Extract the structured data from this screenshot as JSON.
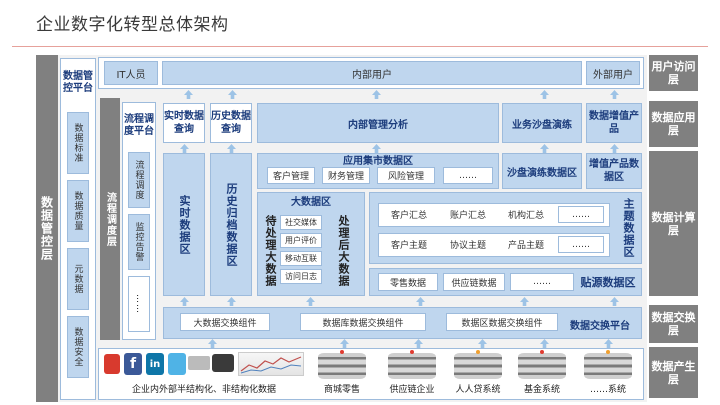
{
  "title": "企业数字化转型总体架构",
  "left_band": "数据管控层",
  "mgmt_platform": "数据管控平台",
  "mgmt_items": [
    "数据标准",
    "数据质量",
    "元数据",
    "数据安全"
  ],
  "process_band": "流程调度层",
  "process_platform": "流程调度平台",
  "process_items": [
    "流程调度",
    "监控告警",
    "……"
  ],
  "access": {
    "it": "IT人员",
    "internal": "内部用户",
    "external": "外部用户"
  },
  "app": {
    "realtime_q": "实时数据查询",
    "history_q": "历史数据查询",
    "internal_mgmt": "内部管理分析",
    "sandbox": "业务沙盘演练",
    "value_add": "数据增值产品"
  },
  "compute": {
    "realtime_zone": "实时数据区",
    "history_zone": "历史归档数据区",
    "app_mart": "应用集市数据区",
    "mart_items": [
      "客户管理",
      "财务管理",
      "风险管理",
      "……"
    ],
    "sandbox_zone": "沙盘演练数据区",
    "value_zone": "增值产品数据区",
    "bigdata_zone": "大数据区",
    "pending": "待处理大数据",
    "bigdata_items": [
      "社交媒体",
      "用户评价",
      "移动互联",
      "访问日志"
    ],
    "processed": "处理后大数据",
    "summary_items": [
      "客户汇总",
      "账户汇总",
      "机构汇总",
      "……"
    ],
    "topic_items": [
      "客户主题",
      "协议主题",
      "产品主题",
      "……"
    ],
    "topic_zone": "主题数据区",
    "paste_items": [
      "零售数据",
      "供应链数据",
      "……"
    ],
    "paste_zone": "贴源数据区"
  },
  "exchange": {
    "items": [
      "大数据交换组件",
      "数据库数据交换组件",
      "数据区数据交换组件"
    ],
    "platform": "数据交换平台"
  },
  "sources": {
    "unstructured": "企业内外部半结构化、非结构化数据",
    "systems": [
      "商城零售",
      "供应链企业",
      "人人贷系统",
      "基金系统",
      "……系统"
    ]
  },
  "layers": [
    "用户访问层",
    "数据应用层",
    "数据计算层",
    "数据交换层",
    "数据产生层"
  ],
  "colors": {
    "dark_band": "#808080",
    "light_blue": "#bfd6ee",
    "accent_blue": "#1c3c7c"
  }
}
